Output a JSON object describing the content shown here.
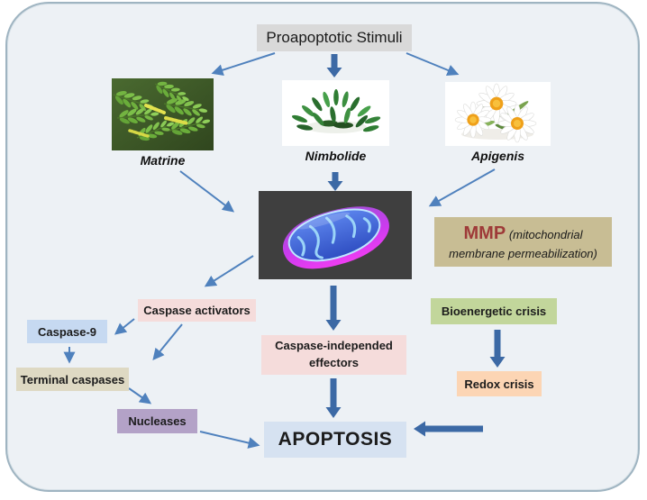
{
  "figure": {
    "title": "Proapoptotic Stimuli",
    "title_bg": "#d9d9d9",
    "background_color": "#edf1f5",
    "border_color": "#9fb4c1",
    "plants": [
      {
        "name": "matrine",
        "label": "Matrine",
        "image": "matrine-plant-photo"
      },
      {
        "name": "nimbolide",
        "label": "Nimbolide",
        "image": "neem-leaves-photo"
      },
      {
        "name": "apigenis",
        "label": "Apigenis",
        "image": "chamomile-flowers-photo"
      }
    ],
    "mitochondrion_image": "mitochondrion-3d-illustration",
    "mmp": {
      "abbr": "MMP",
      "description": "(mitochondrial membrane permeabilization)",
      "abbr_color": "#9e3a38",
      "bg": "#c8bd94"
    },
    "nodes": {
      "caspase_activators": {
        "label": "Caspase activators",
        "bg": "#f5dcdb"
      },
      "caspase_9": {
        "label": "Caspase-9",
        "bg": "#c6d9f1"
      },
      "terminal_caspases": {
        "label": "Terminal caspases",
        "bg": "#ded9c3"
      },
      "nucleases": {
        "label": "Nucleases",
        "bg": "#b3a2c7"
      },
      "caspase_independed_effectors": {
        "label": "Caspase-independed effectors",
        "bg": "#f5dcdb"
      },
      "bioenergetic_crisis": {
        "label": "Bioenergetic crisis",
        "bg": "#c2d69b"
      },
      "redox_crisis": {
        "label": "Redox crisis",
        "bg": "#fcd5b4"
      },
      "apoptosis": {
        "label": "APOPTOSIS",
        "bg": "#d6e2f1"
      }
    },
    "arrow_colors": {
      "thin": "#4f81bd",
      "thick": "#3c69a5"
    },
    "edges": [
      {
        "from": "proapoptotic-stimuli",
        "to": "matrine",
        "style": "thin"
      },
      {
        "from": "proapoptotic-stimuli",
        "to": "nimbolide",
        "style": "thick"
      },
      {
        "from": "proapoptotic-stimuli",
        "to": "apigenis",
        "style": "thin"
      },
      {
        "from": "matrine",
        "to": "mitochondrion",
        "style": "thin"
      },
      {
        "from": "nimbolide",
        "to": "mitochondrion",
        "style": "thick"
      },
      {
        "from": "apigenis",
        "to": "mitochondrion",
        "style": "thin"
      },
      {
        "from": "mitochondrion",
        "to": "caspase-activators",
        "style": "thin"
      },
      {
        "from": "mitochondrion",
        "to": "caspase-independed-effectors",
        "style": "thick"
      },
      {
        "from": "caspase-activators",
        "to": "caspase-9",
        "style": "thin"
      },
      {
        "from": "caspase-activators",
        "to": "terminal-caspases",
        "style": "thin"
      },
      {
        "from": "caspase-9",
        "to": "terminal-caspases",
        "style": "thin"
      },
      {
        "from": "terminal-caspases",
        "to": "nucleases",
        "style": "thin"
      },
      {
        "from": "nucleases",
        "to": "apoptosis",
        "style": "thin"
      },
      {
        "from": "caspase-independed-effectors",
        "to": "apoptosis",
        "style": "thick"
      },
      {
        "from": "bioenergetic-crisis",
        "to": "redox-crisis",
        "style": "thick"
      },
      {
        "from": "right-side",
        "to": "apoptosis",
        "style": "thick"
      }
    ]
  }
}
